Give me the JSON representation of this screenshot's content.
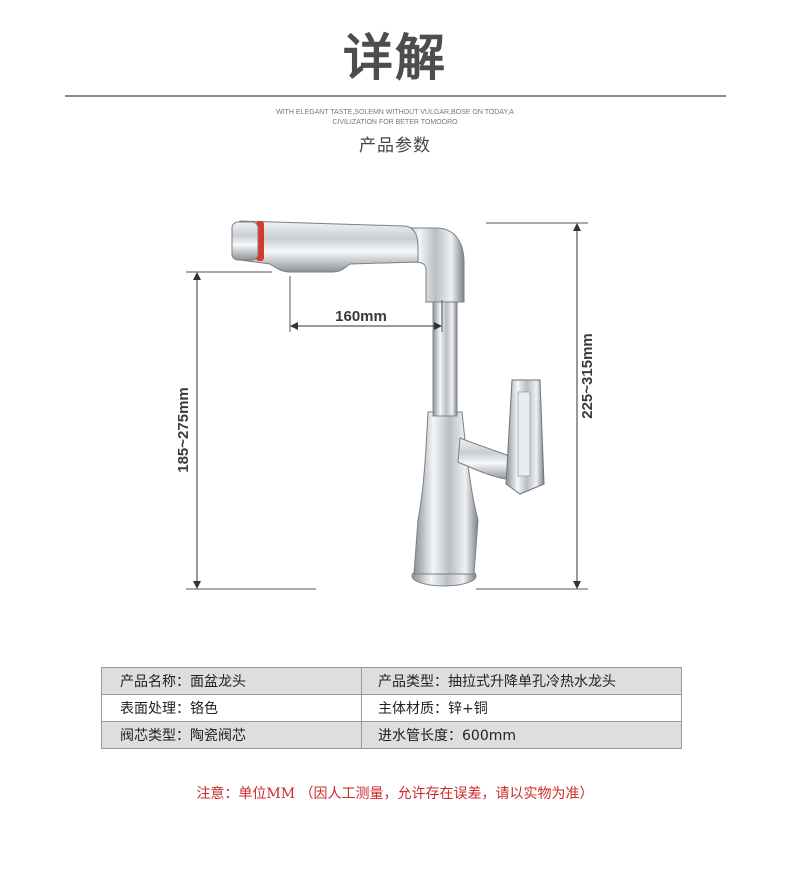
{
  "header": {
    "title": "详解",
    "tagline_line1": "WITH ELEGANT TASTE,SOLEMN WITHOUT VULGAR,BOSE ON TODAY,A",
    "tagline_line2": "CIVILIZATION FOR BETER TOMOORO",
    "subtitle": "产品参数"
  },
  "diagram": {
    "horizontal_label": "160mm",
    "left_height_label": "185~275mm",
    "right_height_label": "225~315mm",
    "accent_ring_color": "#d9382e",
    "chrome_color": "#c8ccd0"
  },
  "specs": {
    "rows": [
      {
        "left": "产品名称：面盆龙头",
        "right": "产品类型：抽拉式升降单孔冷热水龙头"
      },
      {
        "left": "表面处理：铬色",
        "right": "主体材质：锌+铜"
      },
      {
        "left": "阀芯类型：陶瓷阀芯",
        "right": "进水管长度：600mm"
      }
    ]
  },
  "note": "注意：单位MM （因人工测量，允许存在误差，请以实物为准）"
}
